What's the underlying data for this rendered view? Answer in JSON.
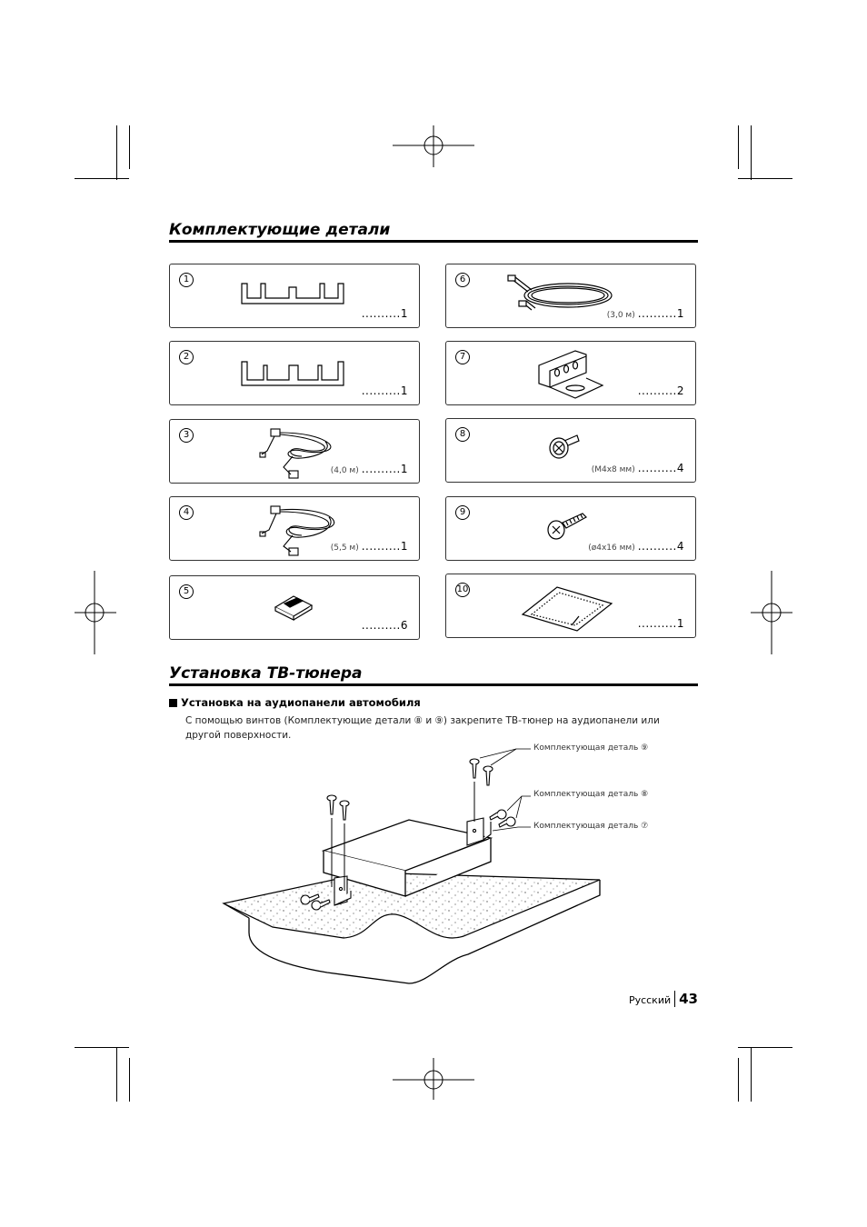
{
  "section1": {
    "title": "Комплектующие детали"
  },
  "parts": [
    {
      "number": "1",
      "spec": "",
      "qty": "..........1",
      "icon": "bracket-icon"
    },
    {
      "number": "6",
      "spec": "(3,0 м)",
      "qty": "..........1",
      "icon": "coiled-cable-icon"
    },
    {
      "number": "2",
      "spec": "",
      "qty": "..........1",
      "icon": "bracket-icon"
    },
    {
      "number": "7",
      "spec": "",
      "qty": "..........2",
      "icon": "mounting-bracket-icon"
    },
    {
      "number": "3",
      "spec": "(4,0 м)",
      "qty": "..........1",
      "icon": "antenna-cable-icon"
    },
    {
      "number": "8",
      "spec": "(M4x8 мм)",
      "qty": "..........4",
      "icon": "screw-icon"
    },
    {
      "number": "4",
      "spec": "(5,5 м)",
      "qty": "..........1",
      "icon": "antenna-cable-icon"
    },
    {
      "number": "9",
      "spec": "(ø4x16 мм)",
      "qty": "..........4",
      "icon": "tapping-screw-icon"
    },
    {
      "number": "5",
      "spec": "",
      "qty": "..........6",
      "icon": "clamp-icon"
    },
    {
      "number": "10",
      "spec": "",
      "qty": "..........1",
      "icon": "pad-icon"
    }
  ],
  "section2": {
    "title": "Установка ТВ-тюнера",
    "subheading": "Установка на аудиопанели автомобиля",
    "body": "С помощью винтов (Комплектующие детали ⑧ и ⑨) закрепите ТВ-тюнер на аудиопанели или другой поверхности."
  },
  "callouts": [
    "Комплектующая деталь ⑨",
    "Комплектующая деталь ⑧",
    "Комплектующая деталь ⑦"
  ],
  "footer": {
    "language": "Русский",
    "page_number": "43"
  }
}
